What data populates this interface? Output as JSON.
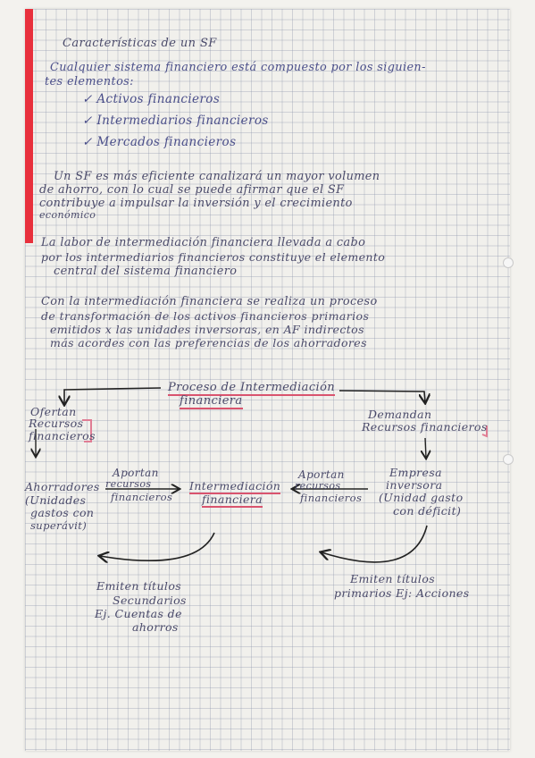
{
  "title": "Características de un SF",
  "intro": {
    "line1": "Cualquier sistema financiero está compuesto por los siguien-",
    "line2": "tes elementos:"
  },
  "elements": [
    "✓ Activos financieros",
    "✓ Intermediarios financieros",
    "✓ Mercados financieros"
  ],
  "paragraph1": [
    "Un SF es más eficiente canalizará un mayor volumen",
    "de ahorro, con lo cual se puede afirmar que el SF",
    "contribuye a impulsar la inversión y el crecimiento",
    "económico"
  ],
  "paragraph2": [
    "La labor de intermediación financiera llevada a cabo",
    "por los intermediarios financieros constituye el elemento",
    "central del sistema financiero"
  ],
  "paragraph3": [
    "Con la intermediación financiera se realiza un proceso",
    "de transformación de los activos financieros primarios",
    "emitidos x las unidades inversoras, en AF indirectos",
    "más acordes con las preferencias de los ahorradores"
  ],
  "diagram": {
    "process_line1": "Proceso de Intermediación",
    "process_line2": "financiera",
    "ofertan": [
      "Ofertan",
      "Recursos",
      "financieros"
    ],
    "demandan": [
      "Demandan",
      "Recursos financieros"
    ],
    "ahorradores": [
      "Ahorradores",
      "(Unidades",
      "gastos con",
      "superávit)"
    ],
    "aportan_left": [
      "Aportan",
      "recursos",
      "financieros"
    ],
    "intermediacion": [
      "Intermediación",
      "financiera"
    ],
    "aportan_right": [
      "Aportan",
      "recursos",
      "financieros"
    ],
    "empresa": [
      "Empresa",
      "inversora",
      "(Unidad gasto",
      "con déficit)"
    ],
    "emiten_secundarios": [
      "Emiten títulos",
      "Secundarios",
      "Ej. Cuentas de",
      "ahorros"
    ],
    "emiten_primarios": [
      "Emiten títulos",
      "primarios Ej: Acciones"
    ]
  }
}
